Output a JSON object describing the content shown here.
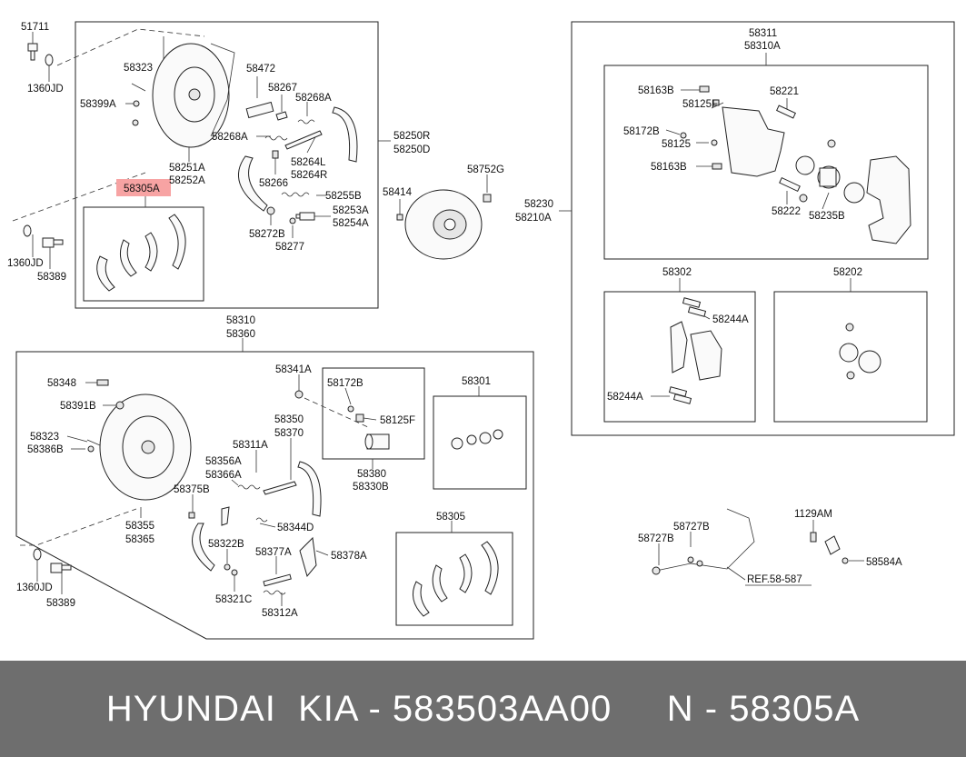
{
  "labels": {
    "l51711": "51711",
    "l1360jd_top": "1360JD",
    "l58323_top": "58323",
    "l58399a": "58399A",
    "l58472": "58472",
    "l58267": "58267",
    "l58268a_1": "58268A",
    "l58268a_2": "58268A",
    "l58264l": "58264L",
    "l58264r": "58264R",
    "l58250r": "58250R",
    "l58250d": "58250D",
    "l58251a": "58251A",
    "l58252a": "58252A",
    "l58266": "58266",
    "l58305a_hl": "58305A",
    "l58255b": "58255B",
    "l58253a": "58253A",
    "l58254a": "58254A",
    "l58272b": "58272B",
    "l58277": "58277",
    "l1360jd_mid": "1360JD",
    "l58389_mid": "58389",
    "l58414": "58414",
    "l58752g": "58752G",
    "l58230": "58230",
    "l58210a": "58210A",
    "l58311": "58311",
    "l58310a": "58310A",
    "l58163b_1": "58163B",
    "l58125f_top": "58125F",
    "l58221": "58221",
    "l58172b_top": "58172B",
    "l58125": "58125",
    "l58163b_2": "58163B",
    "l58222": "58222",
    "l58235b": "58235B",
    "l58302": "58302",
    "l58202": "58202",
    "l58244a_1": "58244A",
    "l58244a_2": "58244A",
    "l58310": "58310",
    "l58360": "58360",
    "l58348": "58348",
    "l58391b": "58391B",
    "l58323_bot": "58323",
    "l58386b": "58386B",
    "l58341a": "58341A",
    "l58172b_bot": "58172B",
    "l58125f_bot": "58125F",
    "l58301": "58301",
    "l58350": "58350",
    "l58370": "58370",
    "l58311a": "58311A",
    "l58356a": "58356A",
    "l58366a": "58366A",
    "l58375b": "58375B",
    "l58355": "58355",
    "l58365": "58365",
    "l58380": "58380",
    "l58330b": "58330B",
    "l58305_bot": "58305",
    "l58344d": "58344D",
    "l58322b": "58322B",
    "l58377a": "58377A",
    "l58378a": "58378A",
    "l58321c": "58321C",
    "l58312a": "58312A",
    "l1360jd_bot": "1360JD",
    "l58389_bot": "58389",
    "l1129am": "1129AM",
    "l58727b_1": "58727B",
    "l58727b_2": "58727B",
    "l58584a": "58584A",
    "lref": "REF.58-587"
  },
  "footer": {
    "text": "HYUNDAI  KIA - 583503AA00     N - 58305A"
  },
  "colors": {
    "highlight": "#f7a3a3",
    "footer_bg": "#6e6e6e",
    "footer_text": "#ffffff"
  }
}
